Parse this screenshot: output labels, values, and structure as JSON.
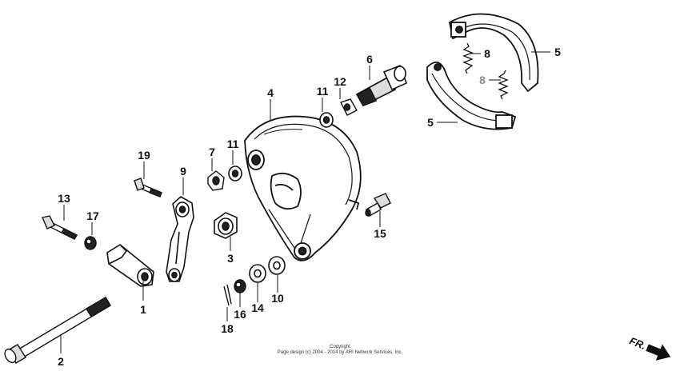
{
  "part_labels": {
    "p1": "1",
    "p2": "2",
    "p3": "3",
    "p4": "4",
    "p5a": "5",
    "p5b": "5",
    "p6": "6",
    "p7": "7",
    "p8a": "8",
    "p8b": "8",
    "p9": "9",
    "p10": "10",
    "p11a": "11",
    "p11b": "11",
    "p12": "12",
    "p13": "13",
    "p14": "14",
    "p15": "15",
    "p16": "16",
    "p17": "17",
    "p18": "18",
    "p19": "19"
  },
  "direction_indicator": "FR.",
  "copyright": {
    "line1": "Copyright",
    "line2": "Page design (c) 2004 - 2014 by ARI Network Services, Inc."
  },
  "colors": {
    "ink": "#111111",
    "highlight_label": "#8a8a8a"
  }
}
